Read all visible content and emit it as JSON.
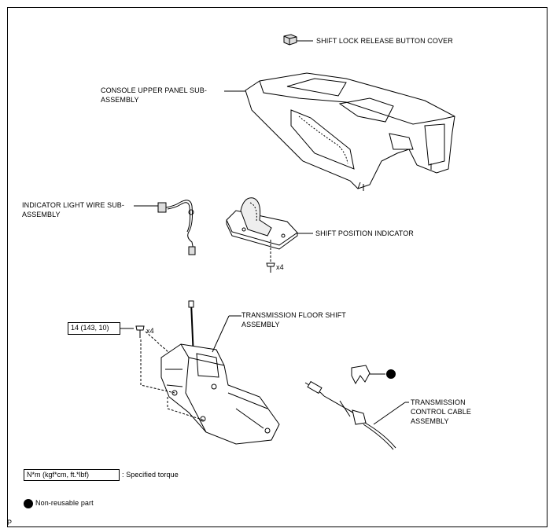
{
  "callouts": {
    "shift_lock_cover": "SHIFT LOCK RELEASE BUTTON COVER",
    "console_upper_1": "CONSOLE UPPER PANEL SUB-",
    "console_upper_2": "ASSEMBLY",
    "indicator_wire_1": "INDICATOR LIGHT WIRE SUB-",
    "indicator_wire_2": "ASSEMBLY",
    "shift_position_indicator": "SHIFT POSITION INDICATOR",
    "floor_shift_1": "TRANSMISSION FLOOR SHIFT",
    "floor_shift_2": "ASSEMBLY",
    "control_cable_1": "TRANSMISSION",
    "control_cable_2": "CONTROL CABLE",
    "control_cable_3": "ASSEMBLY"
  },
  "quantities": {
    "indicator_bolts": "x4",
    "shift_bolts": "x4"
  },
  "torque": {
    "value": "14 (143, 10)"
  },
  "legend": {
    "torque_unit": "N*m (kgf*cm, ft.*lbf)",
    "torque_desc": ": Specified torque",
    "non_reusable": "Non-reusable part"
  },
  "corner_code": "P"
}
